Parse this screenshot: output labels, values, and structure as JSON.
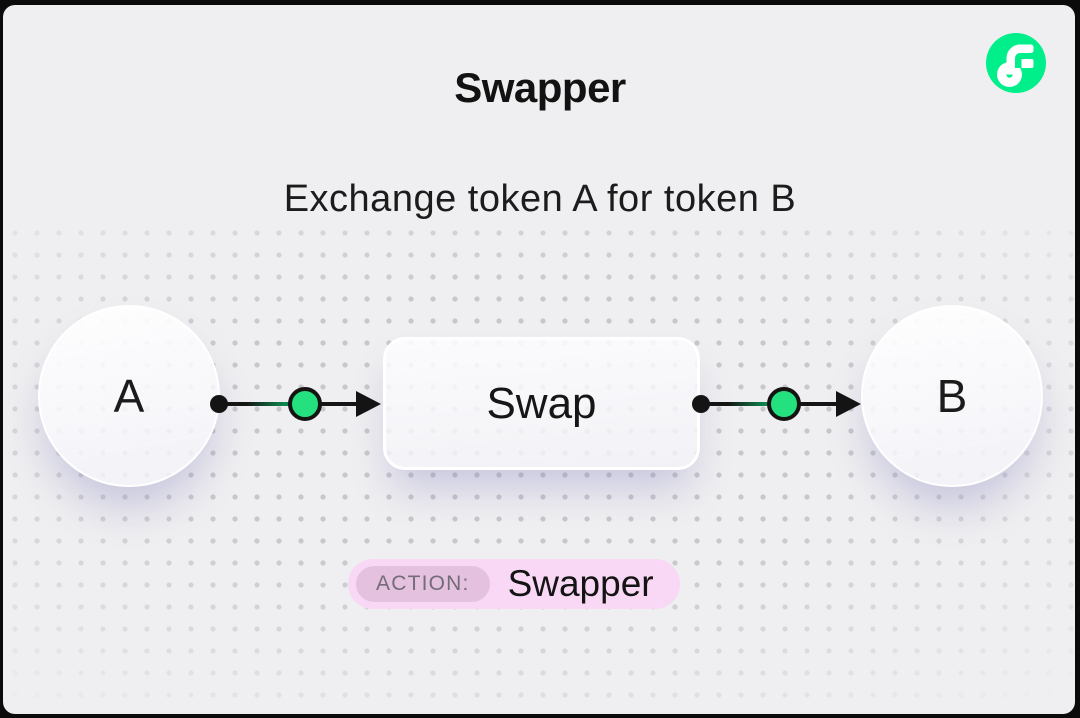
{
  "header": {
    "title": "Swapper",
    "subtitle": "Exchange token A for token B"
  },
  "logo": {
    "name": "Flow",
    "color": "#00EF8B"
  },
  "diagram": {
    "nodes": [
      {
        "id": "token-a",
        "label": "A",
        "type": "token"
      },
      {
        "id": "swap",
        "label": "Swap",
        "type": "action"
      },
      {
        "id": "token-b",
        "label": "B",
        "type": "token"
      }
    ],
    "edges": [
      {
        "from": "token-a",
        "to": "swap"
      },
      {
        "from": "swap",
        "to": "token-b"
      }
    ],
    "accent_green": "#25E07F",
    "ink": "#141414"
  },
  "action_badge": {
    "label": "ACTION:",
    "value": "Swapper",
    "badge_bg": "#F9D8F5",
    "label_bg": "#E4C1DF",
    "label_color": "#746C78"
  }
}
